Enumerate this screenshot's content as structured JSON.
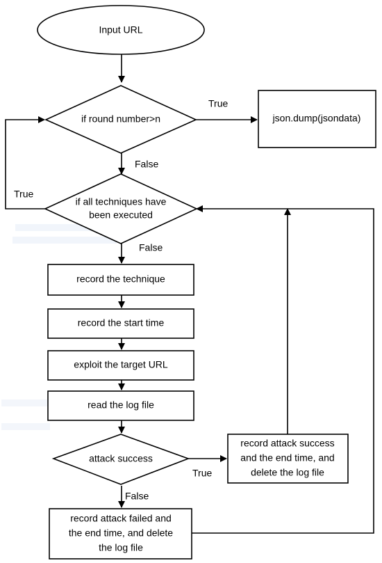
{
  "nodes": {
    "start": "Input URL",
    "round_check": "if round number>n",
    "dump": "json.dump(jsondata)",
    "all_done_1": "if all techniques have",
    "all_done_2": "been executed",
    "record_technique": "record the technique",
    "record_start": "record the start time",
    "exploit": "exploit the target URL",
    "read_log": "read the log file",
    "attack_check": "attack success",
    "success_1": "record attack success",
    "success_2": "and the end time, and",
    "success_3": "delete the log file",
    "failed_1": "record attack failed and",
    "failed_2": "the end time, and delete",
    "failed_3": "the log file"
  },
  "edges": {
    "round_true": "True",
    "round_false": "False",
    "all_true": "True",
    "all_false": "False",
    "attack_true": "True",
    "attack_false": "False"
  },
  "colors": {
    "stroke": "#000000",
    "fill": "#ffffff"
  }
}
